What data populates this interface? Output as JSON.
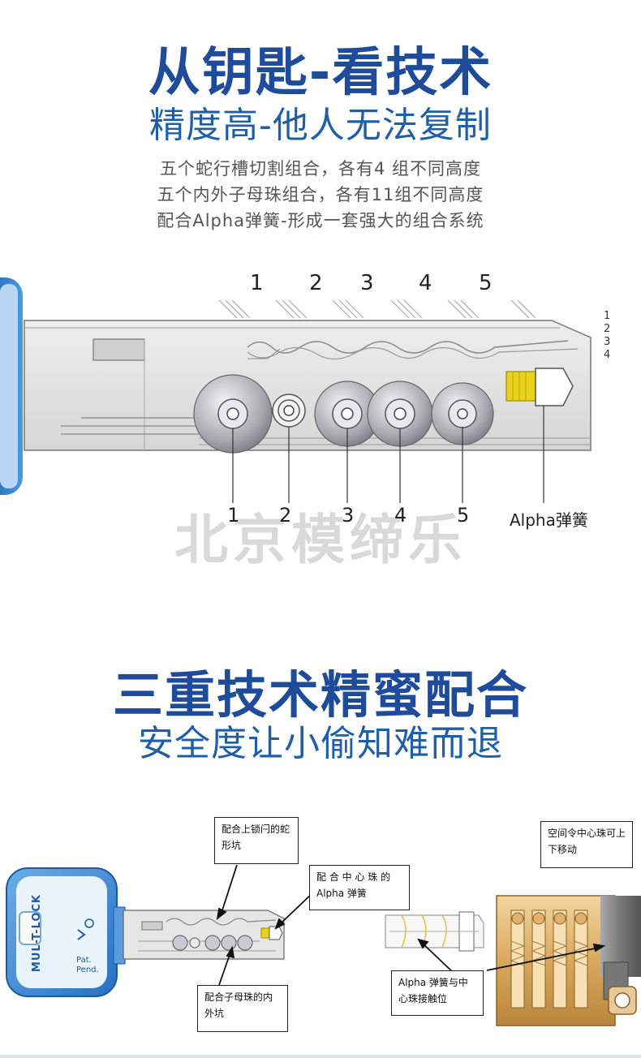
{
  "section1": {
    "title": "从钥匙-看技术",
    "subtitle": "精度高-他人无法复制",
    "lines": [
      "五个蛇行槽切割组合，各有4  组不同高度",
      "五个内外子母珠组合，各有11组不同高度",
      "配合Alpha弹簧-形成一套强大的组合系统"
    ]
  },
  "diagram1": {
    "top_numbers": [
      "1",
      "2",
      "3",
      "4",
      "5"
    ],
    "side_numbers": [
      "1",
      "2",
      "3",
      "4"
    ],
    "bottom_numbers": [
      "1",
      "2",
      "3",
      "4",
      "5"
    ],
    "spring_label": "Alpha弹簧",
    "watermark": "北京模缔乐"
  },
  "section2": {
    "title": "三重技术精蜜配合",
    "subtitle": "安全度让小偷知难而退"
  },
  "diagram2": {
    "key_brand": "MUL-T-LOCK",
    "key_patent": "Pat. Pend.",
    "callouts": {
      "top_groove": "配合上锁闩的蛇形坑",
      "center_spring": "配 合 中 心 珠 的 Alpha 弹簧",
      "space": "空间令中心珠可上下移动",
      "inner_outer": "配合子母珠的内外坑",
      "contact": "Alpha  弹簧与中心珠接触位"
    }
  },
  "colors": {
    "title_blue": "#1f4c9a",
    "subtitle_blue": "#1f5fa8",
    "key_blue": "#3a7fd0",
    "brass": "#d9a95c",
    "spring_yellow": "#e8d21c"
  }
}
